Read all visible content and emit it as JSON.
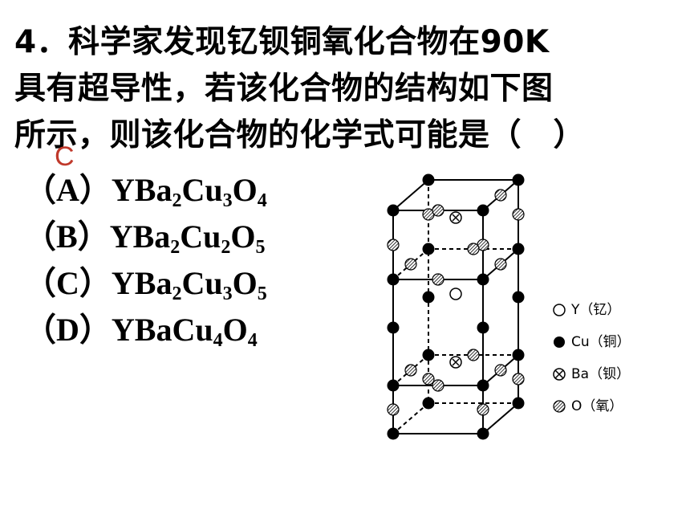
{
  "question": {
    "lines": [
      "4．科学家发现钇钡铜氧化合物在90K",
      "具有超导性，若该化合物的结构如下图",
      "所示，则该化合物的化学式可能是（　）"
    ]
  },
  "answer": "C",
  "options": [
    {
      "prefix": "（A）",
      "parts": [
        {
          "t": "YBa"
        },
        {
          "s": "2"
        },
        {
          "t": "Cu"
        },
        {
          "s": "3"
        },
        {
          "t": "O"
        },
        {
          "s": "4"
        }
      ]
    },
    {
      "prefix": "（B）",
      "parts": [
        {
          "t": "YBa"
        },
        {
          "s": "2"
        },
        {
          "t": "Cu"
        },
        {
          "s": "2"
        },
        {
          "t": "O"
        },
        {
          "s": "5"
        }
      ]
    },
    {
      "prefix": "（C）",
      "parts": [
        {
          "t": "YBa"
        },
        {
          "s": "2"
        },
        {
          "t": "Cu"
        },
        {
          "s": "3"
        },
        {
          "t": "O"
        },
        {
          "s": "5"
        }
      ]
    },
    {
      "prefix": "（D）",
      "parts": [
        {
          "t": "YBaCu"
        },
        {
          "s": "4"
        },
        {
          "t": "O"
        },
        {
          "s": "4"
        }
      ]
    }
  ],
  "legend": [
    {
      "symbol": "open-circle",
      "label": "Y（钇）"
    },
    {
      "symbol": "filled-circle",
      "label": "Cu（铜）"
    },
    {
      "symbol": "crossed-circle",
      "label": "Ba（钡）"
    },
    {
      "symbol": "hatched-circle",
      "label": "O（氧）"
    }
  ]
}
